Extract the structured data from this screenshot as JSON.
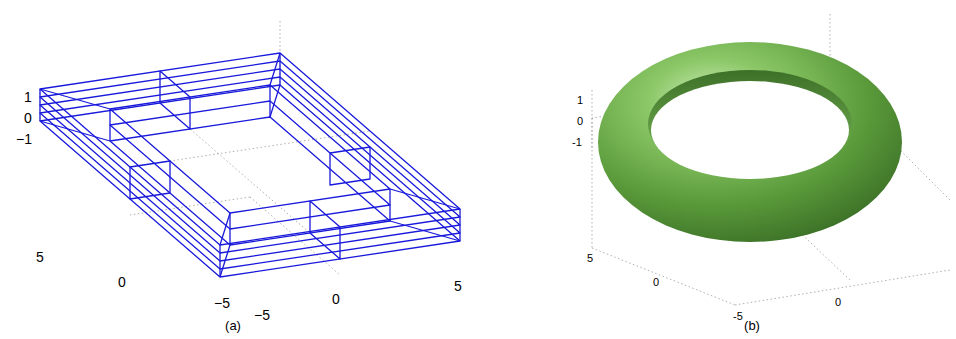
{
  "diagram": {
    "labels": [
      "1",
      "0",
      "−1",
      "5",
      "0",
      "−5",
      "−5",
      "0",
      "5",
      "1",
      "0",
      "-1",
      "5",
      "0",
      "-5",
      "0",
      "(a)",
      "(b)"
    ]
  }
}
